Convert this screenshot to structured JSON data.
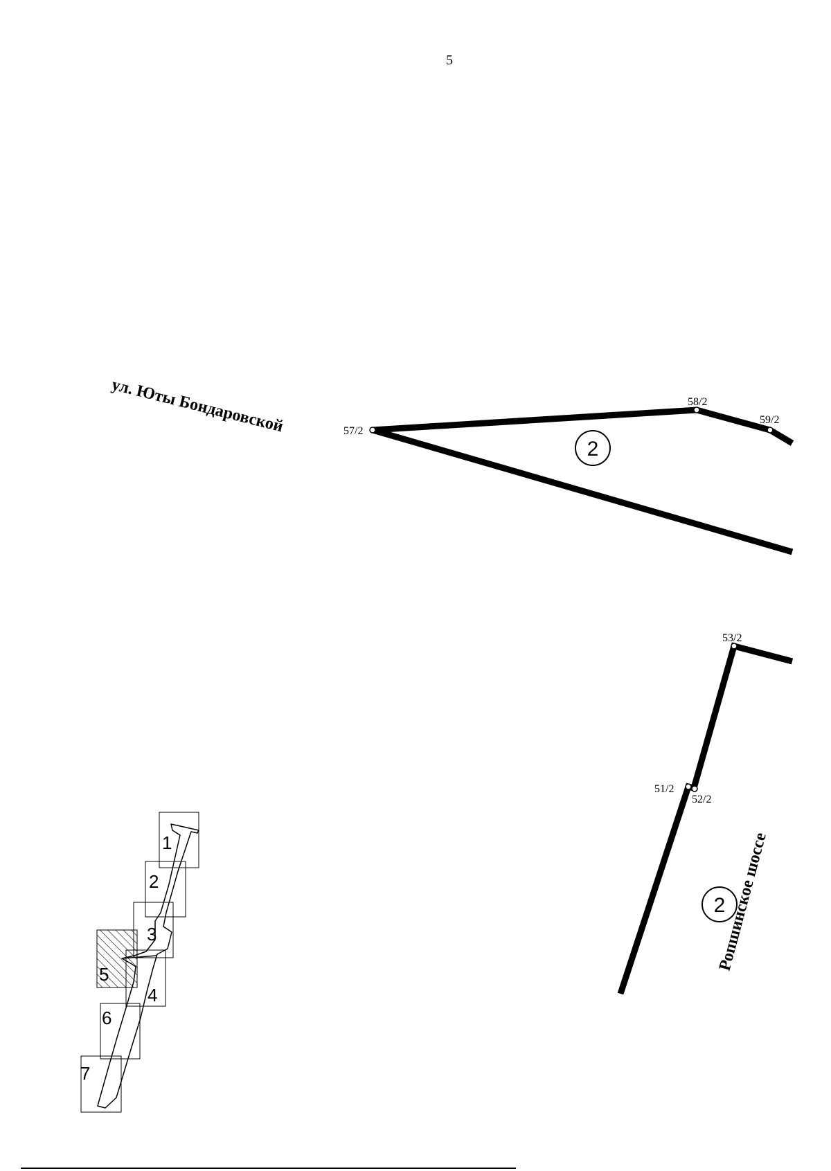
{
  "page": {
    "number": "5"
  },
  "streets": {
    "juta_bondarovskoy": "ул. Юты Бондаровской",
    "ropshinskoe_shosse": "Ропшинское шоссе"
  },
  "parcels": {
    "upper": "2",
    "lower": "2"
  },
  "points": {
    "p57": "57/2",
    "p58": "58/2",
    "p59": "59/2",
    "p53": "53/2",
    "p51": "51/2",
    "p52": "52/2"
  },
  "index_map": {
    "sheets": [
      "1",
      "2",
      "3",
      "4",
      "5",
      "6",
      "7"
    ],
    "current_sheet": "5"
  },
  "colors": {
    "line": "#000000",
    "background": "#ffffff"
  }
}
